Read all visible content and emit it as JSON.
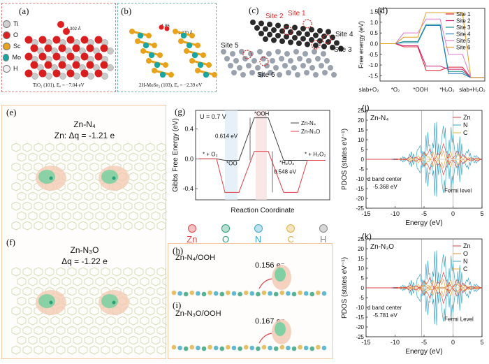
{
  "panel_a": {
    "label": "(a)",
    "legend": [
      {
        "sym": "Ti",
        "color": "#cfcfcf"
      },
      {
        "sym": "O",
        "color": "#e02020"
      },
      {
        "sym": "Sc",
        "color": "#e8a21b"
      },
      {
        "sym": "Mo",
        "color": "#1aa6a0"
      },
      {
        "sym": "H",
        "color": "#f2f2f2"
      }
    ],
    "bond_label": "1.302 Å",
    "caption": "TiO₂ (101), Eₐ = −7.04 eV"
  },
  "panel_b": {
    "label": "(b)",
    "bond1": "1.870 Å",
    "bond2": "1.85",
    "caption": "2H-MoSe₂ (103), Eₐ = −2.39 eV"
  },
  "panel_c": {
    "label": "(c)",
    "sites": [
      "Site 1",
      "Site 2",
      "Site 3",
      "Site 4",
      "Site 5",
      "Site 6"
    ]
  },
  "panel_d": {
    "label": "(d)",
    "ylabel": "Free energy (eV)",
    "xcats": [
      "slab+O₂",
      "*O₂",
      "*OOH",
      "*H₂O₂",
      "slab+H₂O₂"
    ],
    "yticks": [
      "1.5",
      "1.0",
      "0.5",
      "0.0",
      "-0.5",
      "-1.0",
      "-1.5"
    ],
    "legend": [
      "Site 1",
      "Site 2",
      "Site 3",
      "Site 4",
      "Site 5",
      "Site 6"
    ]
  },
  "panel_e": {
    "label": "(e)",
    "title": "Zn-N₄",
    "charge": "Zn: Δq = -1.21 e"
  },
  "panel_f": {
    "label": "(f)",
    "title": "Zn-N₃O",
    "charge": "Δq = -1.22 e"
  },
  "panel_g": {
    "label": "(g)",
    "ylabel": "Gibbs Free Energy (eV)",
    "xlabel": "Reaction Coordinate",
    "potential": "U = 0.7 V",
    "state1": "* + O₂",
    "state2": "*OO",
    "state3": "*OOH",
    "state4": "*H₂O₂",
    "state5": "* + H₂O₂",
    "barrier1": "0.614 eV",
    "barrier2": "0.548 eV",
    "legend": [
      "Zn-N₄",
      "Zn-N₃O"
    ],
    "yticks": [
      "0.4",
      "0.0",
      "-0.4"
    ]
  },
  "element_legend": [
    {
      "sym": "Zn",
      "color": "#e04848"
    },
    {
      "sym": "O",
      "color": "#2aa07a"
    },
    {
      "sym": "N",
      "color": "#3aa7c8"
    },
    {
      "sym": "C",
      "color": "#e0b040"
    },
    {
      "sym": "H",
      "color": "#888888"
    }
  ],
  "panel_h": {
    "label": "(h)",
    "title": "Zn-N₄/OOH",
    "transfer": "0.156 e⁻"
  },
  "panel_i": {
    "label": "(i)",
    "title": "Zn-N₃O/OOH",
    "transfer": "0.167 e⁻"
  },
  "panel_j": {
    "label": "(j)",
    "title": "Zn-N₄",
    "legend": [
      "Zn",
      "N",
      "C"
    ],
    "dband": "d band center",
    "dband_val": "-5.368 eV",
    "fermi": "Fermi level",
    "xlabel": "Energy (eV)",
    "ylabel": "PDOS (states eV⁻¹)",
    "xticks": [
      "-15",
      "-10",
      "-5",
      "0",
      "5"
    ],
    "yticks": [
      "25",
      "20",
      "15",
      "10",
      "5",
      "0",
      "-5",
      "-10",
      "-15",
      "-20",
      "-25"
    ]
  },
  "panel_k": {
    "label": "(k)",
    "title": "Zn-N₃O",
    "legend": [
      "Zn",
      "O",
      "N",
      "C"
    ],
    "dband": "d band center",
    "dband_val": "-5.781 eV",
    "fermi": "Fermi Level",
    "xlabel": "Energy (eV)",
    "ylabel": "PDOS (states eV⁻¹)",
    "xticks": [
      "-15",
      "-10",
      "-5",
      "0",
      "5"
    ],
    "yticks": [
      "25",
      "20",
      "15",
      "10",
      "5",
      "0",
      "-5",
      "-10",
      "-15",
      "-20",
      "-25"
    ]
  }
}
